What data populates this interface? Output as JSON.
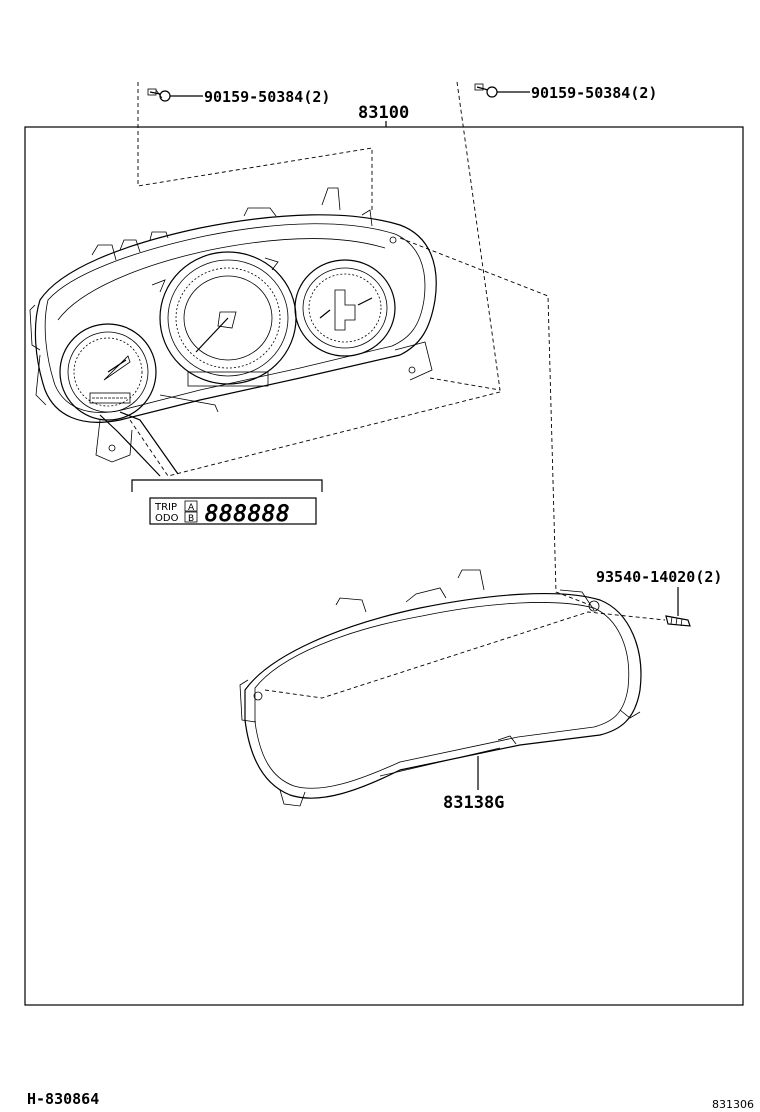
{
  "parts": {
    "bolt_left": {
      "number": "90159-50384",
      "qty": "(2)"
    },
    "bolt_right": {
      "number": "90159-50384",
      "qty": "(2)"
    },
    "assembly": {
      "number": "83100"
    },
    "screw": {
      "number": "93540-14020",
      "qty": "(2)"
    },
    "glass": {
      "number": "83138G"
    }
  },
  "display_inset": {
    "mode_top": "TRIP",
    "mode_bottom": "ODO",
    "button_a": "A",
    "button_b": "B",
    "digits": "888888"
  },
  "footer": {
    "ref_left": "H-830864",
    "ref_right": "831306"
  }
}
